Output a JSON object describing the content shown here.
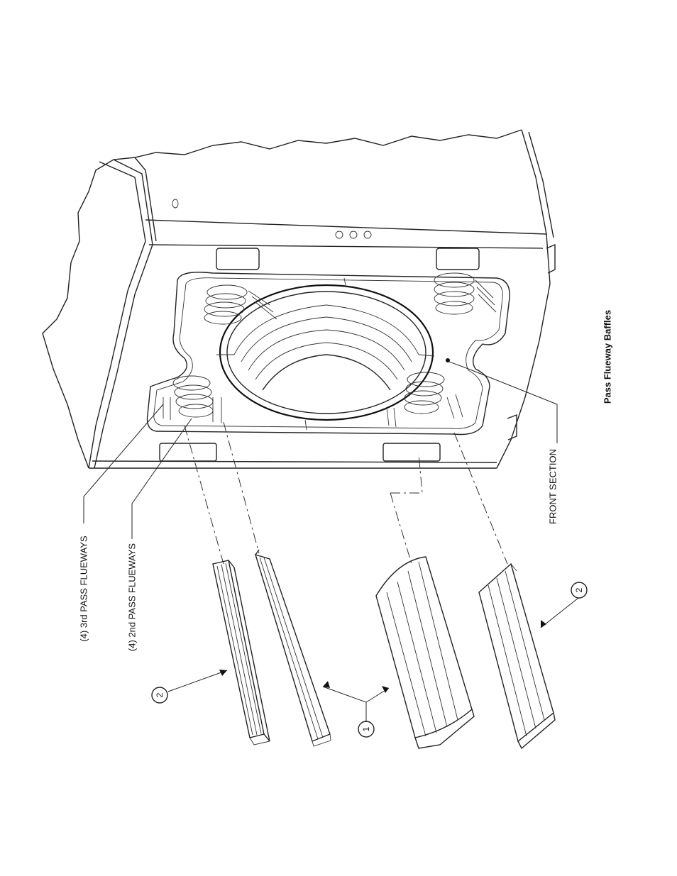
{
  "labels": {
    "third_pass": "(4) 3rd PASS FLUEWAYS",
    "second_pass": "(4) 2nd PASS FLUEWAYS",
    "front_section": "FRONT SECTION",
    "caption": "Pass Flueway Baffles"
  },
  "balloons": {
    "item_2_top": "2",
    "item_1": "1",
    "item_2_bottom": "2"
  }
}
